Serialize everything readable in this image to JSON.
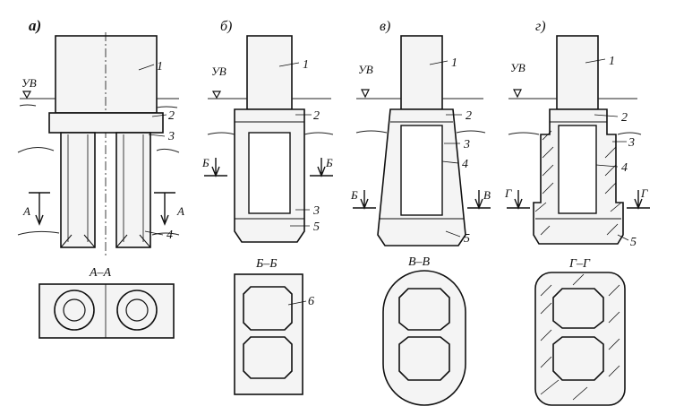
{
  "panels": [
    {
      "letter": "а)",
      "section_label": "А–А",
      "cut_marks": [
        "А",
        "А"
      ],
      "water_level": "УВ",
      "callouts": [
        "1",
        "2",
        "3",
        "4"
      ]
    },
    {
      "letter": "б)",
      "section_label": "Б–Б",
      "cut_marks": [
        "Б",
        "Б"
      ],
      "water_level": "УВ",
      "callouts": [
        "1",
        "2",
        "3",
        "5",
        "6"
      ]
    },
    {
      "letter": "в)",
      "section_label": "В–В",
      "cut_marks": [
        "Б",
        "В"
      ],
      "water_level": "УВ",
      "callouts": [
        "1",
        "2",
        "3",
        "4",
        "5"
      ]
    },
    {
      "letter": "г)",
      "section_label": "Г–Г",
      "cut_marks": [
        "Г",
        "Г"
      ],
      "water_level": "УВ",
      "callouts": [
        "1",
        "2",
        "3",
        "4",
        "5"
      ]
    }
  ],
  "colors": {
    "ink": "#111111",
    "concrete": "#f4f4f4",
    "paper": "#ffffff"
  }
}
